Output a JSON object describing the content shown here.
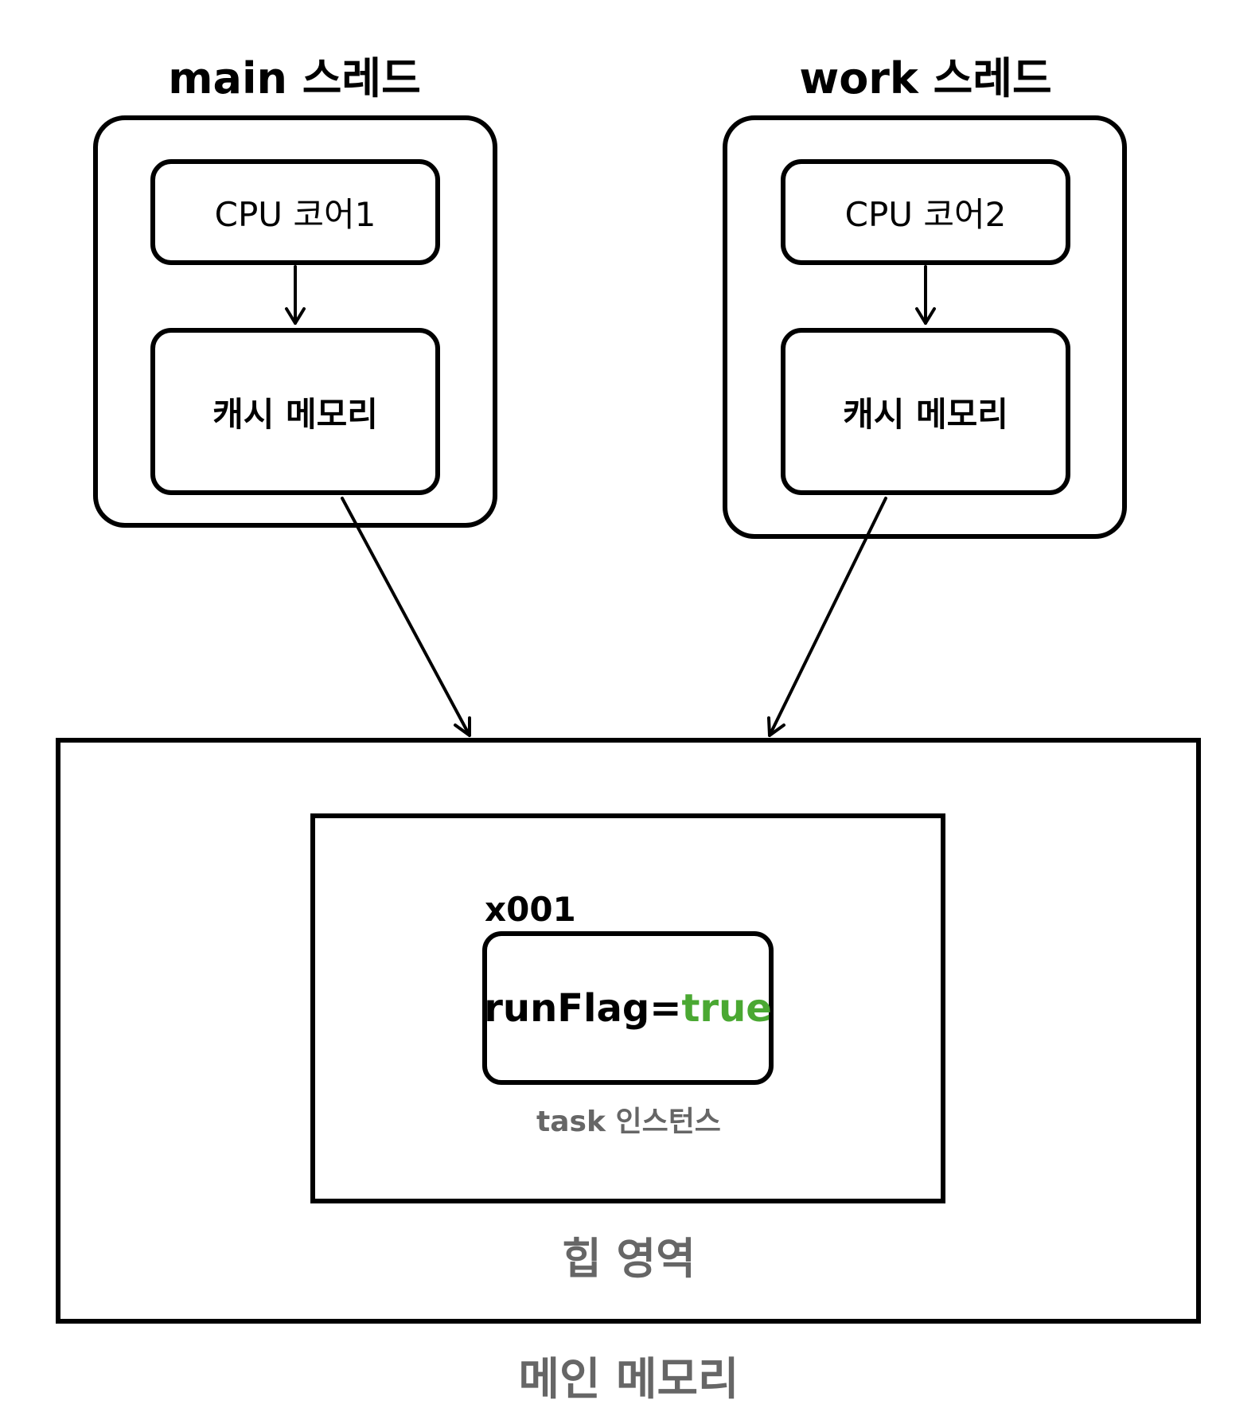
{
  "threads": [
    {
      "title": "main 스레드",
      "cpu": "CPU 코어1",
      "cache": "캐시 메모리"
    },
    {
      "title": "work 스레드",
      "cpu": "CPU 코어2",
      "cache": "캐시 메모리"
    }
  ],
  "main_memory": {
    "label": "메인 메모리",
    "heap": {
      "label": "힙 영역",
      "instance": {
        "address": "x001",
        "field_name": "runFlag=",
        "field_value": "true",
        "caption": "task 인스턴스"
      }
    }
  },
  "colors": {
    "value_green": "#4aa832",
    "label_gray": "#666666",
    "stroke": "#000000"
  }
}
